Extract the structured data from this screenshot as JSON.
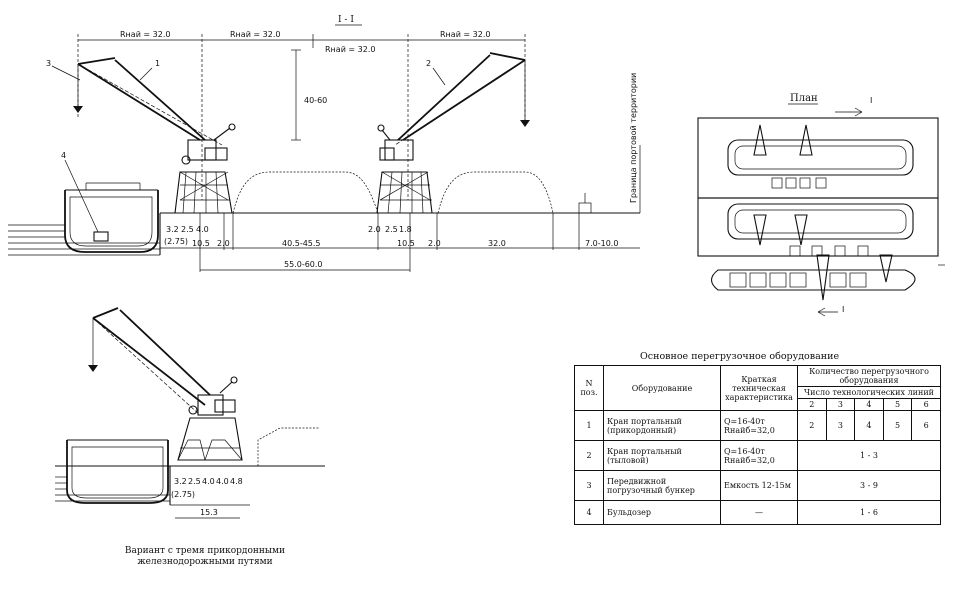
{
  "section_mark": "I - I",
  "plan_title": "План",
  "cut_mark_top": "I",
  "cut_mark_bottom": "I",
  "boundary_label": "Граница портовой территории",
  "callouts": [
    "1",
    "2",
    "3",
    "4"
  ],
  "reach_labels": [
    "Rнай = 32.0",
    "Rнай = 32.0",
    "Rнай = 32.0",
    "Rнай = 32.0"
  ],
  "height_label": "40-60",
  "dims_top": {
    "d1": "3.2",
    "d2": "2.5",
    "d3": "4.0",
    "d4": "10.5",
    "d5": "2.0",
    "d6": "40.5-45.5",
    "d7": "2.0",
    "d8": "2.5",
    "d9": "1.8",
    "d10": "10.5",
    "d11": "2.0",
    "d12": "32.0",
    "d13": "7.0-10.0",
    "d14": "(2.75)",
    "overall": "55.0-60.0"
  },
  "dims_bottom": {
    "d1": "3.2",
    "d2": "2.5",
    "d3": "4.0",
    "d4": "4.0",
    "d5": "4.8",
    "d6": "(2.75)",
    "d7": "15.3"
  },
  "variant_caption": [
    "Вариант с тремя прикордонными",
    "железнодорожными путями"
  ],
  "table": {
    "title": "Основное перегрузочное оборудование",
    "col_num": "N поз.",
    "col_equipment": "Оборудование",
    "col_spec": "Краткая техническая характеристика",
    "col_qty": "Количество перегрузочного оборудования",
    "col_lines": "Число технологических линий",
    "line_counts": [
      "2",
      "3",
      "4",
      "5",
      "6"
    ],
    "rows": [
      {
        "n": "1",
        "name": "Кран портальный (прикордонный)",
        "spec": "Q=16-40т Rнайб=32,0",
        "qty": [
          "2",
          "3",
          "4",
          "5",
          "6"
        ]
      },
      {
        "n": "2",
        "name": "Кран портальный (тыловой)",
        "spec": "Q=16-40т Rнайб=32,0",
        "qty_span": "1 - 3"
      },
      {
        "n": "3",
        "name": "Передвижной погрузочный бункер",
        "spec": "Емкость 12-15м",
        "qty_span": "3 - 9"
      },
      {
        "n": "4",
        "name": "Бульдозер",
        "spec": "—",
        "qty_span": "1 - 6"
      }
    ]
  }
}
